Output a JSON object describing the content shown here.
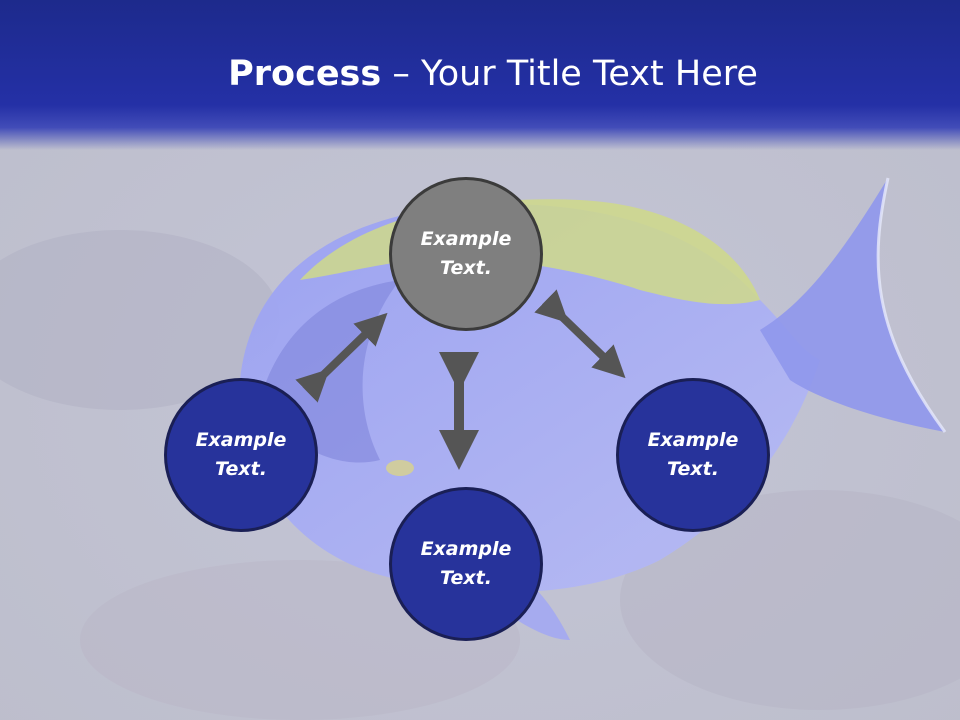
{
  "slide": {
    "title_bold": "Process",
    "title_dash": " – ",
    "title_rest": "Your Title Text Here"
  },
  "nodes": {
    "top": {
      "line1": "Example",
      "line2": "Text."
    },
    "left": {
      "line1": "Example",
      "line2": "Text."
    },
    "right": {
      "line1": "Example",
      "line2": "Text."
    },
    "bottom": {
      "line1": "Example",
      "line2": "Text."
    }
  },
  "colors": {
    "header": "#2430a6",
    "node_blue": "#27339b",
    "node_gray": "#7f7f7f",
    "arrow": "#555555"
  },
  "background": {
    "icon": "tropical-fish-illustration"
  }
}
